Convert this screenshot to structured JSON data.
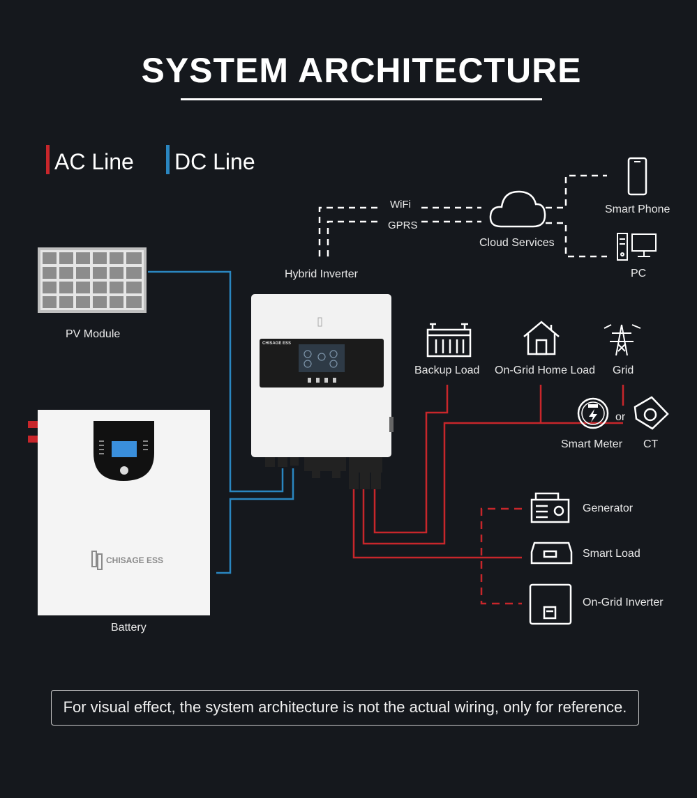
{
  "title": "SYSTEM ARCHITECTURE",
  "legend": {
    "ac_label": "AC Line",
    "dc_label": "DC Line",
    "ac_color": "#c8262b",
    "dc_color": "#2a86c0"
  },
  "components": {
    "pv_module": "PV Module",
    "battery": "Battery",
    "battery_brand": "CHISAGE ESS",
    "inverter": "Hybrid Inverter",
    "inverter_brand": "CHISAGE ESS",
    "wifi": "WiFi",
    "gprs": "GPRS",
    "cloud": "Cloud Services",
    "smart_phone": "Smart Phone",
    "pc": "PC",
    "backup_load": "Backup Load",
    "home_load": "On-Grid Home Load",
    "grid": "Grid",
    "smart_meter": "Smart Meter",
    "or": "or",
    "ct": "CT",
    "generator": "Generator",
    "smart_load": "Smart Load",
    "ongrid_inverter": "On-Grid Inverter"
  },
  "note": "For visual effect, the system architecture is not the actual wiring, only for reference.",
  "colors": {
    "background": "#15181d",
    "dashed_comm": "#ffffff"
  }
}
